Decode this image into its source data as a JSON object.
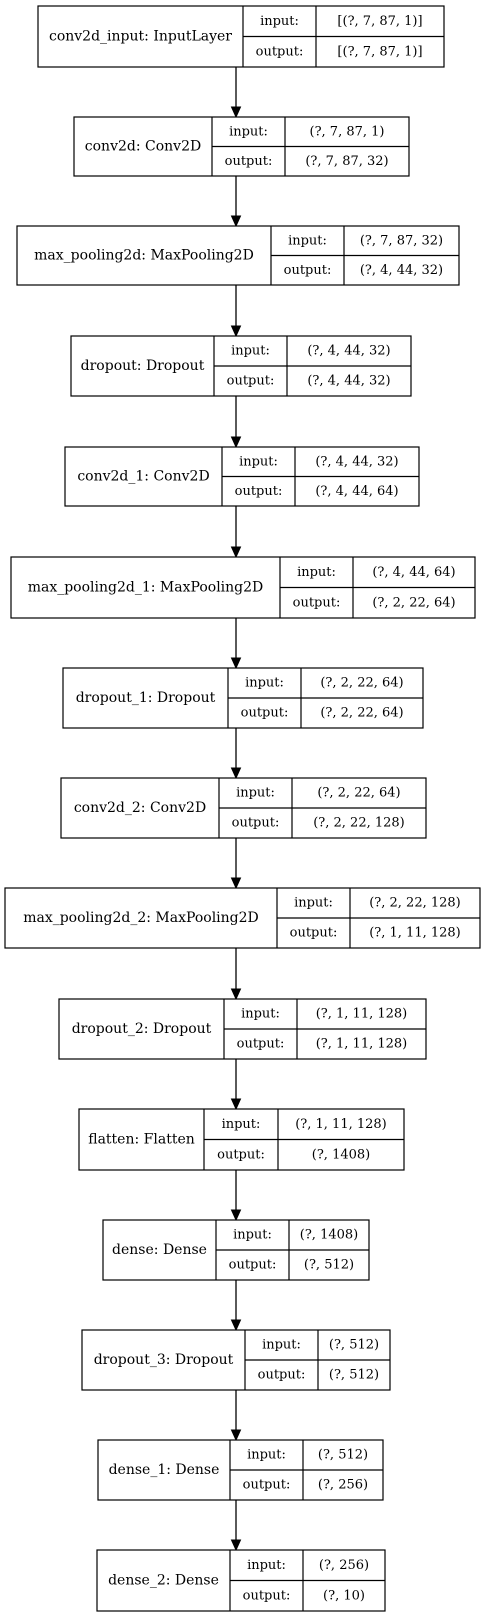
{
  "labels": {
    "input": "input:",
    "output": "output:"
  },
  "layers": [
    {
      "name": "conv2d_input: InputLayer",
      "input": "[(?, 7, 87, 1)]",
      "output": "[(?, 7, 87, 1)]"
    },
    {
      "name": "conv2d: Conv2D",
      "input": "(?, 7, 87, 1)",
      "output": "(?, 7, 87, 32)"
    },
    {
      "name": "max_pooling2d: MaxPooling2D",
      "input": "(?, 7, 87, 32)",
      "output": "(?, 4, 44, 32)"
    },
    {
      "name": "dropout: Dropout",
      "input": "(?, 4, 44, 32)",
      "output": "(?, 4, 44, 32)"
    },
    {
      "name": "conv2d_1: Conv2D",
      "input": "(?, 4, 44, 32)",
      "output": "(?, 4, 44, 64)"
    },
    {
      "name": "max_pooling2d_1: MaxPooling2D",
      "input": "(?, 4, 44, 64)",
      "output": "(?, 2, 22, 64)"
    },
    {
      "name": "dropout_1: Dropout",
      "input": "(?, 2, 22, 64)",
      "output": "(?, 2, 22, 64)"
    },
    {
      "name": "conv2d_2: Conv2D",
      "input": "(?, 2, 22, 64)",
      "output": "(?, 2, 22, 128)"
    },
    {
      "name": "max_pooling2d_2: MaxPooling2D",
      "input": "(?, 2, 22, 128)",
      "output": "(?, 1, 11, 128)"
    },
    {
      "name": "dropout_2: Dropout",
      "input": "(?, 1, 11, 128)",
      "output": "(?, 1, 11, 128)"
    },
    {
      "name": "flatten: Flatten",
      "input": "(?, 1, 11, 128)",
      "output": "(?, 1408)"
    },
    {
      "name": "dense: Dense",
      "input": "(?, 1408)",
      "output": "(?, 512)"
    },
    {
      "name": "dropout_3: Dropout",
      "input": "(?, 512)",
      "output": "(?, 512)"
    },
    {
      "name": "dense_1: Dense",
      "input": "(?, 512)",
      "output": "(?, 256)"
    },
    {
      "name": "dense_2: Dense",
      "input": "(?, 256)",
      "output": "(?, 10)"
    }
  ]
}
